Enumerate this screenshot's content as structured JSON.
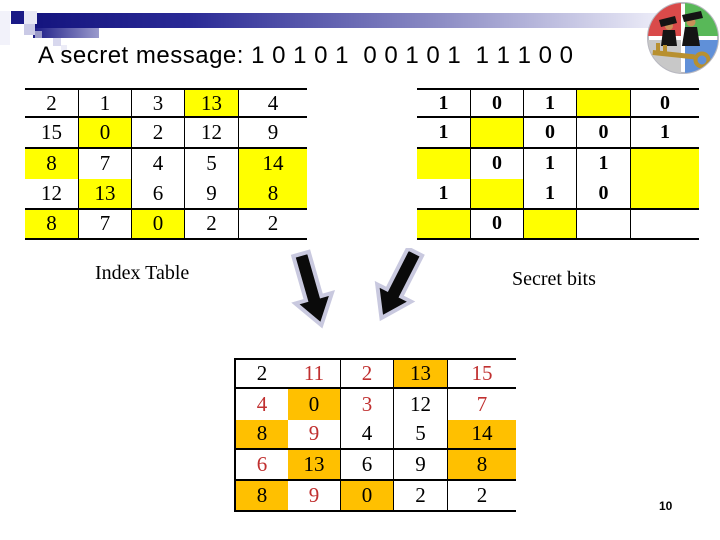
{
  "slide": {
    "title": "A secret message: 1 0 1 0 1  0 0 1 0 1  1 1 1 0 0",
    "page_number": "10"
  },
  "captions": {
    "index_table": "Index Table",
    "secret_bits": "Secret bits"
  },
  "colors": {
    "highlight_yellow": "#FFFF00",
    "highlight_gold": "#FFC000",
    "changed_red": "#C03030",
    "banner_navy": "#14147E"
  },
  "icons": {
    "logo": "graduates-and-key-logo-icon",
    "arrow_left": "down-right-block-arrow-icon",
    "arrow_right": "down-left-block-arrow-icon"
  },
  "tables": {
    "index": {
      "rows": [
        [
          {
            "v": "2"
          },
          {
            "v": "1"
          },
          {
            "v": "3"
          },
          {
            "v": "13",
            "hl": true
          },
          {
            "v": "4"
          }
        ],
        [
          {
            "v": "15"
          },
          {
            "v": "0",
            "hl": true
          },
          {
            "v": "2"
          },
          {
            "v": "12"
          },
          {
            "v": "9"
          }
        ],
        [
          {
            "v": "8",
            "hl": true
          },
          {
            "v": "7"
          },
          {
            "v": "4"
          },
          {
            "v": "5"
          },
          {
            "v": "14",
            "hl": true
          }
        ],
        [
          {
            "v": "12"
          },
          {
            "v": "13",
            "hl": true
          },
          {
            "v": "6"
          },
          {
            "v": "9"
          },
          {
            "v": "8",
            "hl": true
          }
        ],
        [
          {
            "v": "8",
            "hl": true
          },
          {
            "v": "7"
          },
          {
            "v": "0",
            "hl": true
          },
          {
            "v": "2"
          },
          {
            "v": "2"
          }
        ]
      ]
    },
    "secret": {
      "rows": [
        [
          {
            "v": "1"
          },
          {
            "v": "0"
          },
          {
            "v": "1"
          },
          {
            "v": "",
            "hl": true
          },
          {
            "v": "0"
          }
        ],
        [
          {
            "v": "1"
          },
          {
            "v": "",
            "hl": true
          },
          {
            "v": "0"
          },
          {
            "v": "0"
          },
          {
            "v": "1"
          }
        ],
        [
          {
            "v": "",
            "hl": true
          },
          {
            "v": "0"
          },
          {
            "v": "1"
          },
          {
            "v": "1"
          },
          {
            "v": "",
            "hl": true
          }
        ],
        [
          {
            "v": "1"
          },
          {
            "v": "",
            "hl": true
          },
          {
            "v": "1"
          },
          {
            "v": "0"
          },
          {
            "v": "",
            "hl": true
          }
        ],
        [
          {
            "v": "",
            "hl": true
          },
          {
            "v": "0"
          },
          {
            "v": "",
            "hl": true
          },
          {
            "v": ""
          },
          {
            "v": ""
          }
        ]
      ]
    },
    "stego": {
      "rows": [
        [
          {
            "v": "2"
          },
          {
            "v": "11",
            "red": true
          },
          {
            "v": "2",
            "red": true
          },
          {
            "v": "13",
            "hl": true
          },
          {
            "v": "15",
            "red": true
          }
        ],
        [
          {
            "v": "4",
            "red": true
          },
          {
            "v": "0",
            "hl": true
          },
          {
            "v": "3",
            "red": true
          },
          {
            "v": "12"
          },
          {
            "v": "7",
            "red": true
          }
        ],
        [
          {
            "v": "8",
            "hl": true
          },
          {
            "v": "9",
            "red": true
          },
          {
            "v": "4"
          },
          {
            "v": "5"
          },
          {
            "v": "14",
            "hl": true
          }
        ],
        [
          {
            "v": "6",
            "red": true
          },
          {
            "v": "13",
            "hl": true
          },
          {
            "v": "6"
          },
          {
            "v": "9"
          },
          {
            "v": "8",
            "hl": true
          }
        ],
        [
          {
            "v": "8",
            "hl": true
          },
          {
            "v": "9",
            "red": true
          },
          {
            "v": "0",
            "hl": true
          },
          {
            "v": "2"
          },
          {
            "v": "2"
          }
        ]
      ]
    }
  }
}
